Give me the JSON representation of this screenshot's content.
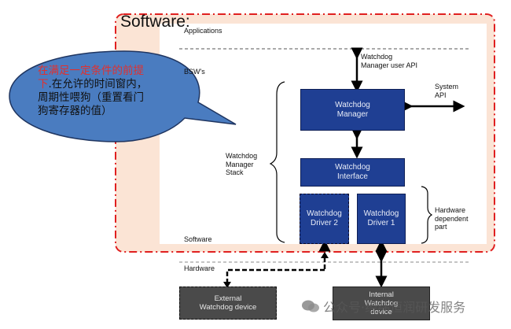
{
  "diagram": {
    "software_title": "Software:",
    "layers": {
      "applications": "Applications",
      "bsw": "BSW's",
      "software": "Software",
      "hardware": "Hardware"
    },
    "annotations": {
      "user_api": "Watchdog\nManager user API",
      "system_api": "System\nAPI",
      "manager_stack": "Watchdog\nManager\nStack",
      "hw_dependent": "Hardware\ndependent\npart"
    },
    "blocks": {
      "manager": "Watchdog\nManager",
      "interface": "Watchdog\nInterface",
      "driver2": "Watchdog\nDriver 2",
      "driver1": "Watchdog\nDriver 1",
      "external_device": "External\nWatchdog device",
      "internal_device": "Internal\nWatchdog\ndevice"
    },
    "callout": {
      "highlight": "在满足一定条件的前提下",
      "rest": ".在允许的时间窗内，周期性喂狗（重置看门狗寄存器的值）"
    },
    "watermark": "公众号·经纬恒润研发服务",
    "colors": {
      "block_fill": "#1f3f93",
      "hw_fill": "#4a4a4a",
      "software_border": "#e02020",
      "software_band": "#fbe4d5",
      "callout_fill": "#4a7cc0",
      "highlight_text": "#e0312f"
    }
  }
}
